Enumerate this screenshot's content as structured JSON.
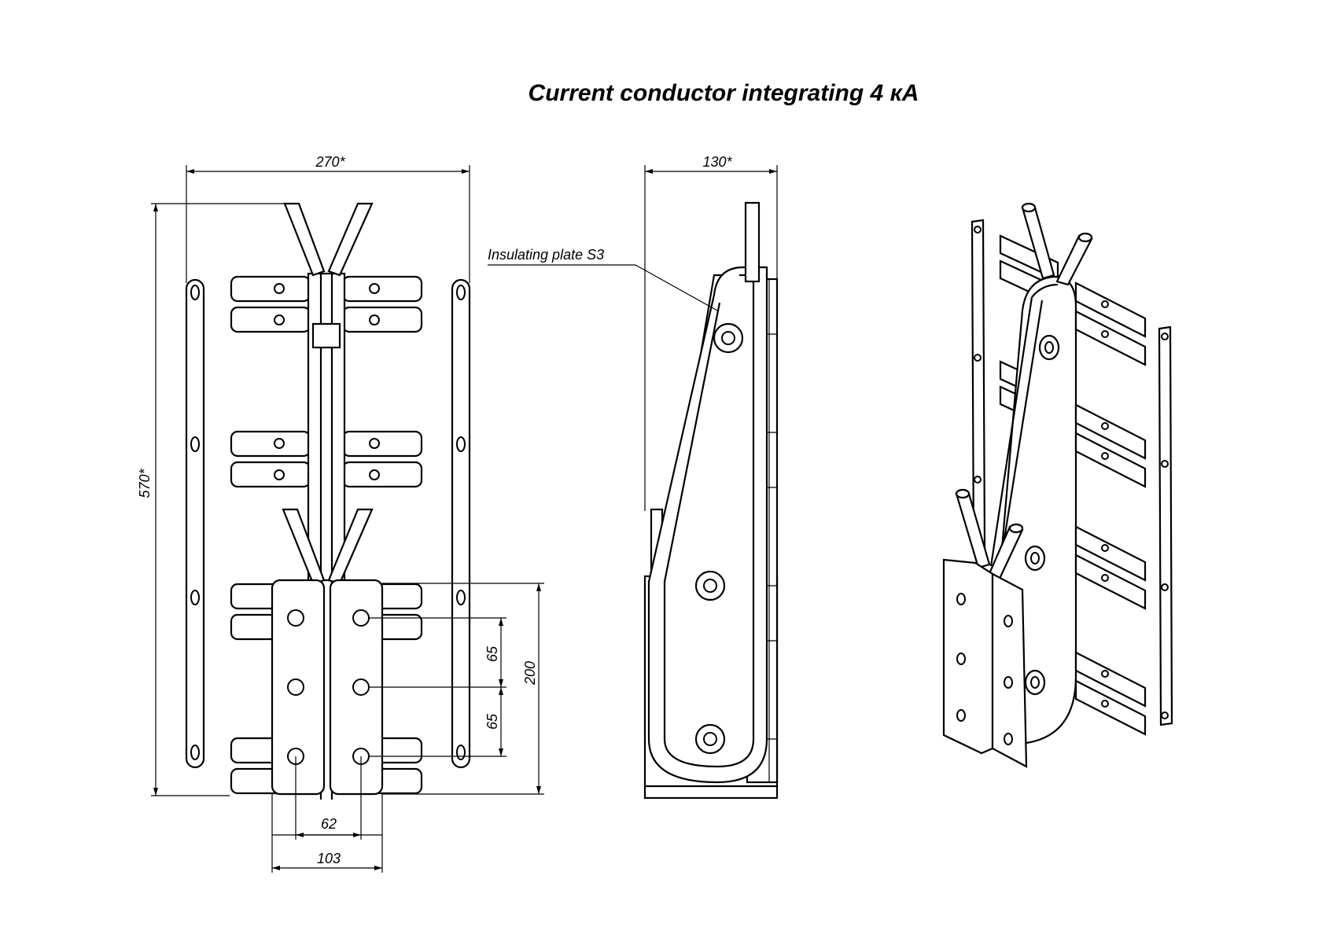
{
  "title": "Current conductor integrating 4 кA",
  "callout": "Insulating plate S3",
  "dimensions": {
    "front_width": "270*",
    "front_height": "570*",
    "side_width": "130*",
    "hole_pitch_1": "65",
    "hole_pitch_2": "65",
    "pad_height": "200",
    "hole_spacing": "62",
    "pad_width": "103"
  },
  "views": [
    "front-view",
    "side-view",
    "isometric-view"
  ],
  "colors": {
    "line": "#000000",
    "background": "#ffffff"
  }
}
